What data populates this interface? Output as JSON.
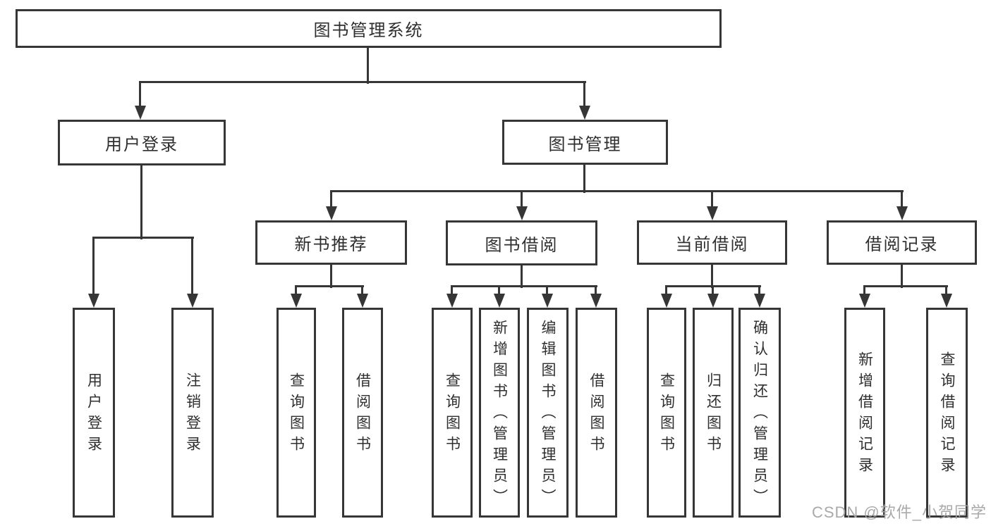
{
  "diagram": {
    "root": {
      "label": "图书管理系统",
      "children": [
        {
          "label": "用户登录",
          "children": [
            {
              "label": "用户登录"
            },
            {
              "label": "注销登录"
            }
          ]
        },
        {
          "label": "图书管理",
          "children": [
            {
              "label": "新书推荐",
              "children": [
                {
                  "label": "查询图书"
                },
                {
                  "label": "借阅图书"
                }
              ]
            },
            {
              "label": "图书借阅",
              "children": [
                {
                  "label": "查询图书"
                },
                {
                  "label": "新增图书（管理员）"
                },
                {
                  "label": "编辑图书（管理员）"
                },
                {
                  "label": "借阅图书"
                }
              ]
            },
            {
              "label": "当前借阅",
              "children": [
                {
                  "label": "查询图书"
                },
                {
                  "label": "归还图书"
                },
                {
                  "label": "确认归还（管理员）"
                }
              ]
            },
            {
              "label": "借阅记录",
              "children": [
                {
                  "label": "新增借阅记录"
                },
                {
                  "label": "查询借阅记录"
                }
              ]
            }
          ]
        }
      ]
    }
  },
  "watermark": "CSDN @软件_小贺同学",
  "colors": {
    "line": "#363636",
    "text": "#2f2f2f",
    "background": "#ffffff",
    "watermark": "#a4a4a4"
  }
}
